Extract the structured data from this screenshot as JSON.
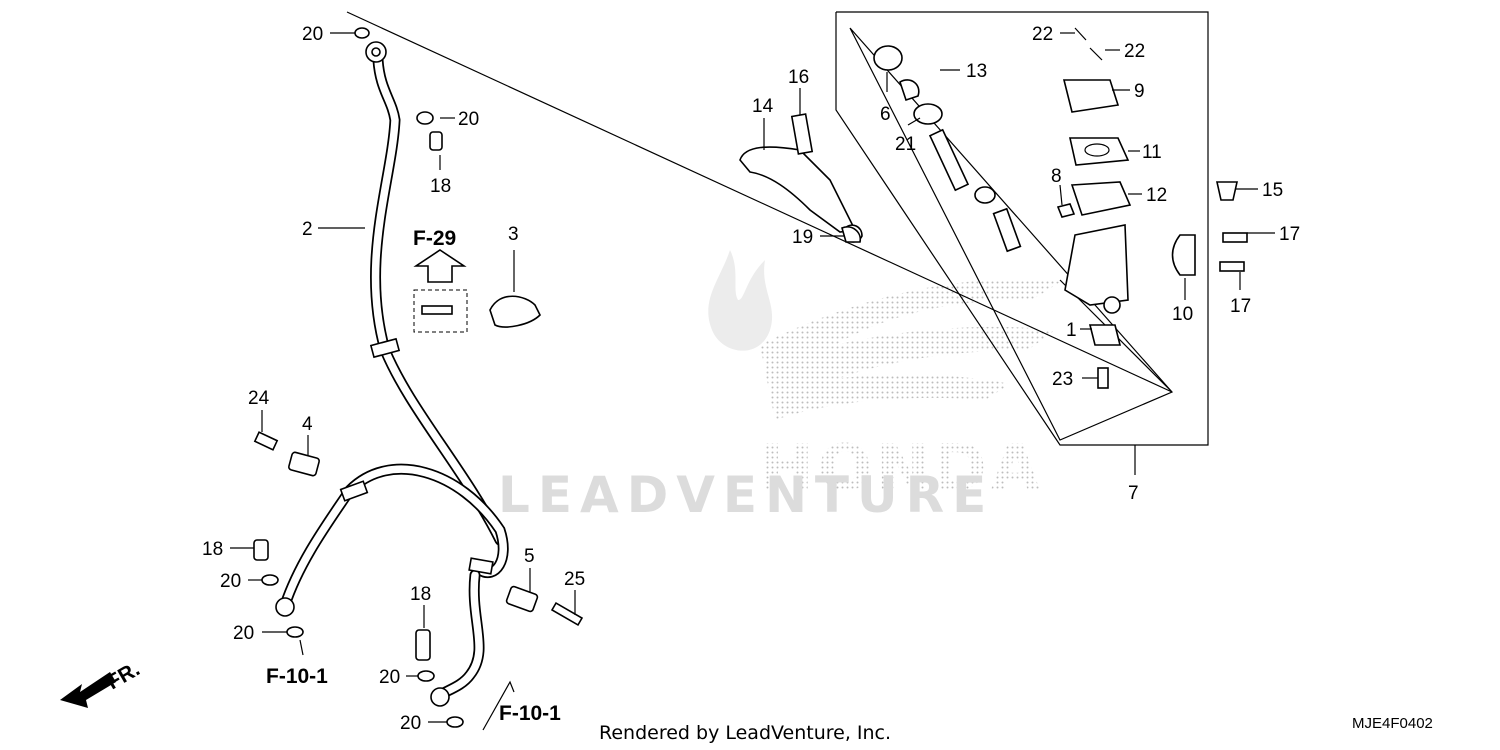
{
  "diagram": {
    "title": "",
    "diagram_code": "MJE4F0402",
    "footer": "Rendered by LeadVenture, Inc.",
    "watermark": {
      "brand": "HONDA",
      "dealer": "LEADVENTURE"
    },
    "references": {
      "ref_f29": "F-29",
      "ref_f10_left": "F-10-1",
      "ref_f10_right": "F-10-1"
    },
    "front_indicator": "FR.",
    "callouts": {
      "c1": "1",
      "c2": "2",
      "c3": "3",
      "c4": "4",
      "c5": "5",
      "c6": "6",
      "c7": "7",
      "c8": "8",
      "c9": "9",
      "c10": "10",
      "c11": "11",
      "c12": "12",
      "c13": "13",
      "c14": "14",
      "c15": "15",
      "c16": "16",
      "c17a": "17",
      "c17b": "17",
      "c18a": "18",
      "c18b": "18",
      "c18c": "18",
      "c19": "19",
      "c20a": "20",
      "c20b": "20",
      "c20c": "20",
      "c20d": "20",
      "c20e": "20",
      "c20f": "20",
      "c21": "21",
      "c22a": "22",
      "c22b": "22",
      "c23": "23",
      "c24": "24",
      "c25": "25"
    }
  }
}
